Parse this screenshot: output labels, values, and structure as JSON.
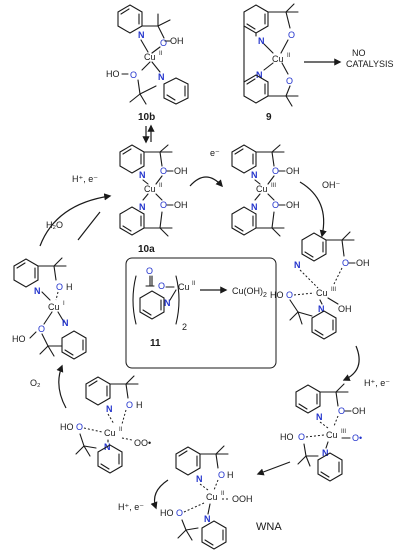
{
  "compounds": {
    "c10b": {
      "label": "10b",
      "ox": "Cu",
      "sup": "II",
      "ligand_left": "HO",
      "ligand_right": "OH"
    },
    "c9": {
      "label": "9",
      "ox": "Cu",
      "sup": "II"
    },
    "c10a": {
      "label": "10a",
      "ox": "Cu",
      "sup": "II",
      "ligand": "OH"
    },
    "cIII_top": {
      "ox": "Cu",
      "sup": "III",
      "ligand": "OH"
    },
    "cIII_hydroxo": {
      "ox": "Cu",
      "sup": "III",
      "lig1": "OH",
      "lig2": "OH",
      "lig3": "HO"
    },
    "cIII_oxyl": {
      "ox": "Cu",
      "sup": "III",
      "lig1": "OH",
      "lig2": "HO",
      "radical": "O•"
    },
    "cII_ooh": {
      "ox": "Cu",
      "sup": "II",
      "lig1": "HO",
      "lig2": "OOH"
    },
    "cII_oo": {
      "ox": "Cu",
      "sup": "II",
      "lig1": "HO",
      "lig2": "OO•"
    },
    "cI": {
      "ox": "Cu",
      "sup": "I",
      "lig1": "HO",
      "lig2": "OH"
    },
    "c11": {
      "label": "11",
      "ox": "Cu",
      "sup": "II",
      "subscript": "2",
      "product": "Cu(OH)",
      "product_sub": "2"
    }
  },
  "arrows": {
    "no_catalysis": "NO\nCATALYSIS",
    "e_minus": "e⁻",
    "oh_minus": "OH⁻",
    "h_plus_e1": "H⁺, e⁻",
    "h_plus_e2": "H⁺, e⁻",
    "h_plus_e3": "H⁺, e⁻",
    "water": "H₂O",
    "o2": "O₂",
    "wna": "WNA"
  },
  "atoms": {
    "N": "N",
    "O": "O",
    "H": "H"
  }
}
